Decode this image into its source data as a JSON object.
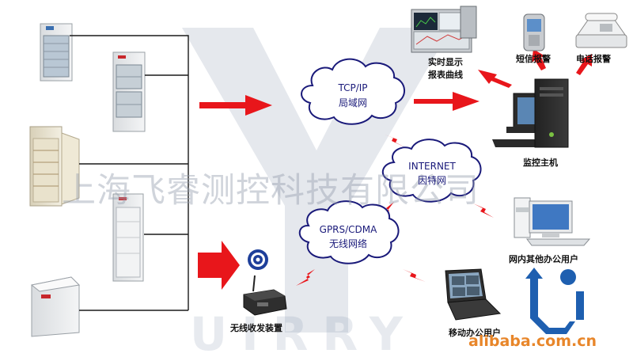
{
  "watermark": {
    "company": "上海飞睿测控科技有限公司",
    "brand": "UIRRY",
    "site": "alibaba.com.cn"
  },
  "clouds": {
    "tcpip": {
      "line1": "TCP/IP",
      "line2": "局域网"
    },
    "internet": {
      "line1": "INTERNET",
      "line2": "因特网"
    },
    "gprs": {
      "line1": "GPRS/CDMA",
      "line2": "无线网络"
    }
  },
  "labels": {
    "realtime_line1": "实时显示",
    "realtime_line2": "报表曲线",
    "sms_alarm": "短信报警",
    "phone_alarm": "电话报警",
    "monitor_host": "监控主机",
    "lan_users": "网内其他办公用户",
    "wireless_device": "无线收发装置",
    "mobile_users": "移动办公用户"
  },
  "colors": {
    "arrow_red": "#e8161b",
    "network_line": "#1a1a1a",
    "cloud_stroke": "#1a1a7a",
    "logo_blue": "#1e5fb0",
    "watermark_site": "#e8862a"
  }
}
